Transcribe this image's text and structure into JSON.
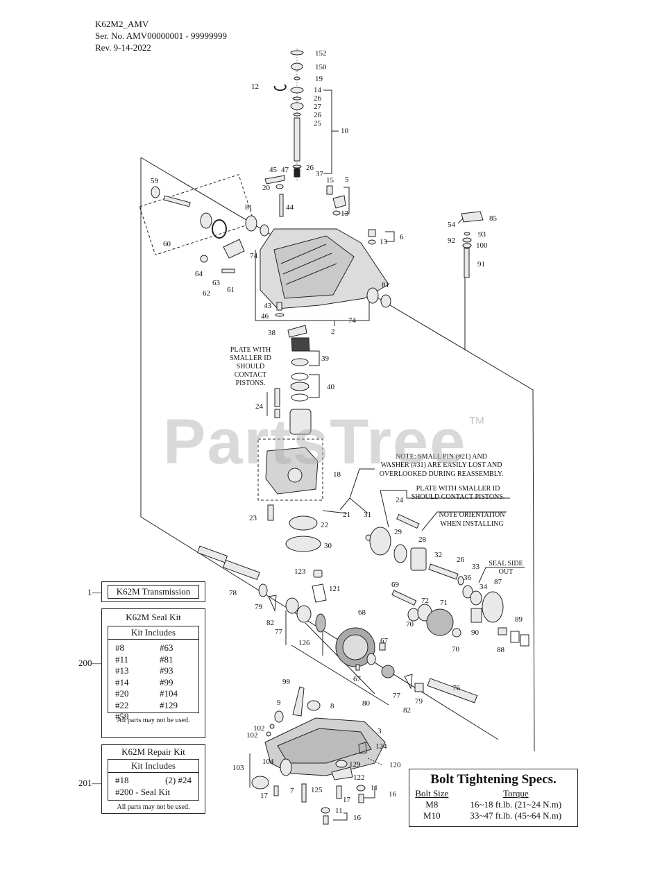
{
  "header": {
    "model": "K62M2_AMV",
    "serial": "Ser. No. AMV00000001 - 99999999",
    "revision": "Rev. 9-14-2022"
  },
  "watermark": {
    "text": "PartsTree",
    "tm": "TM"
  },
  "notes": {
    "plate_top": [
      "PLATE WITH",
      "SMALLER ID",
      "SHOULD",
      "CONTACT",
      "PISTONS."
    ],
    "small_pin": [
      "NOTE: SMALL PIN (#21) AND",
      "WASHER (#31) ARE EASILY LOST AND",
      "OVERLOOKED DURING REASSEMBLY."
    ],
    "plate_right": [
      "PLATE WITH SMALLER ID",
      "SHOULD CONTACT PISTONS."
    ],
    "orientation": [
      "NOTE ORIENTATION",
      "WHEN INSTALLING"
    ],
    "seal_side": [
      "SEAL SIDE",
      "OUT"
    ]
  },
  "callouts": [
    "152",
    "150",
    "19",
    "12",
    "14",
    "26",
    "27",
    "26",
    "25",
    "10",
    "26",
    "37",
    "45",
    "47",
    "20",
    "44",
    "15",
    "5",
    "13",
    "59",
    "81",
    "60",
    "6",
    "13",
    "85",
    "54",
    "93",
    "92",
    "100",
    "91",
    "74",
    "64",
    "63",
    "62",
    "61",
    "81",
    "43",
    "46",
    "74",
    "2",
    "38",
    "39",
    "40",
    "24",
    "18",
    "21",
    "31",
    "24",
    "23",
    "22",
    "30",
    "29",
    "28",
    "32",
    "26",
    "33",
    "36",
    "34",
    "87",
    "123",
    "121",
    "78",
    "79",
    "82",
    "77",
    "126",
    "68",
    "69",
    "72",
    "71",
    "70",
    "90",
    "89",
    "88",
    "70",
    "67",
    "67",
    "80",
    "77",
    "82",
    "79",
    "76",
    "99",
    "9",
    "8",
    "102",
    "102",
    "3",
    "124",
    "104",
    "103",
    "129",
    "120",
    "122",
    "125",
    "11",
    "16",
    "7",
    "17",
    "17",
    "11",
    "16"
  ],
  "kits": {
    "transmission": {
      "num": "1",
      "title": "K62M Transmission"
    },
    "seal": {
      "num": "200",
      "title": "K62M Seal Kit",
      "includes": "Kit Includes",
      "items_left": [
        "#8",
        "#11",
        "#13",
        "#14",
        "#20",
        "#22",
        "#59"
      ],
      "items_right": [
        "#63",
        "#81",
        "#93",
        "#99",
        "#104",
        "#129"
      ],
      "note": "All parts may not be used."
    },
    "repair": {
      "num": "201",
      "title": "K62M Repair Kit",
      "includes": "Kit Includes",
      "row1_left": "#18",
      "row1_right": "(2) #24",
      "row2": "#200 - Seal Kit",
      "note": "All parts may not be used."
    }
  },
  "bolt_specs": {
    "title": "Bolt Tightening Specs.",
    "col_size": "Bolt Size",
    "col_torque": "Torque",
    "rows": [
      {
        "size": "M8",
        "torque": "16~18 ft.lb. (21~24 N.m)"
      },
      {
        "size": "M10",
        "torque": "33~47 ft.lb. (45~64 N.m)"
      }
    ]
  }
}
